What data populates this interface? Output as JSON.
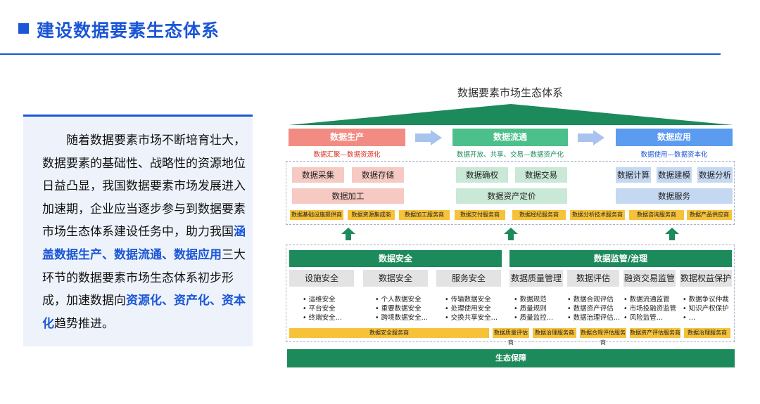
{
  "header": {
    "title": "建设数据要素生态体系"
  },
  "card": {
    "p1": "随着数据要素市场不断培育壮大，数据要素的基础性、战略性的资源地位日益凸显，我国数据要素市场发展进入加速期，企业应当逐步参与到数据要素市场生态体系建设任务中，助力我国",
    "hl1": "涵盖数据生产、数据流通、数据应用",
    "p2": "三大环节的数据要素市场生态体系初步形成，加速数据向",
    "hl2": "资源化、资产化、资本化",
    "p3": "趋势推进。"
  },
  "diagram": {
    "title": "数据要素市场生态体系",
    "stages": [
      {
        "label": "数据生产",
        "sub": "数据汇聚—数据资源化",
        "color": "#f28b82",
        "subcolor": "#d93025"
      },
      {
        "label": "数据流通",
        "sub": "数据开放、共享、交易—数据资产化",
        "color": "#4cc08a",
        "subcolor": "#1d8a5c"
      },
      {
        "label": "数据应用",
        "sub": "数据使用—数据资本化",
        "color": "#5b9bf0",
        "subcolor": "#1a56d6"
      }
    ],
    "production_tiles": [
      "数据采集",
      "数据存储",
      "数据加工"
    ],
    "circulation_tiles": [
      "数据确权",
      "数据交易",
      "数据资产定价"
    ],
    "application_tiles": [
      "数据计算",
      "数据建模",
      "数据分析",
      "数据服务"
    ],
    "service_providers": [
      "数据基础设施提供商",
      "数据资源集成商",
      "数据加工服务商",
      "数据交付服务商",
      "数据经纪服务商",
      "数据分析技术服务商",
      "数据咨询服务商",
      "数据产品供应商"
    ],
    "security": {
      "title": "数据安全",
      "items": [
        {
          "label": "设施安全",
          "bullets": [
            "运维安全",
            "平台安全",
            "终端安全…"
          ]
        },
        {
          "label": "数据安全",
          "bullets": [
            "个人数据安全",
            "重要数据安全",
            "跨境数据安全…"
          ]
        },
        {
          "label": "服务安全",
          "bullets": [
            "传输数据安全",
            "处理使用安全",
            "交换共享安全…"
          ]
        }
      ],
      "provider": "数据安全服务商"
    },
    "governance": {
      "title": "数据监管/治理",
      "items": [
        {
          "label": "数据质量管理",
          "bullets": [
            "数据规范",
            "质量规则",
            "质量监控…"
          ]
        },
        {
          "label": "数据评估",
          "bullets": [
            "数据合规评估",
            "数据资产评估",
            "数据治理评估…"
          ]
        },
        {
          "label": "融资交易监管",
          "bullets": [
            "数据流通监管",
            "市场投融资监管",
            "风险监管…"
          ]
        },
        {
          "label": "数据权益保护",
          "bullets": [
            "数据争议仲裁",
            "知识产权保护",
            "…"
          ]
        }
      ],
      "providers": [
        "数据质量评估商",
        "数据治理服务商",
        "数据合规评估服务商",
        "数据资产评估服务商",
        "数据治理服务商"
      ]
    },
    "foundation": "生态保障",
    "colors": {
      "accent": "#1a56d6",
      "green": "#1d8a5c",
      "gold": "#f6c23a"
    }
  }
}
